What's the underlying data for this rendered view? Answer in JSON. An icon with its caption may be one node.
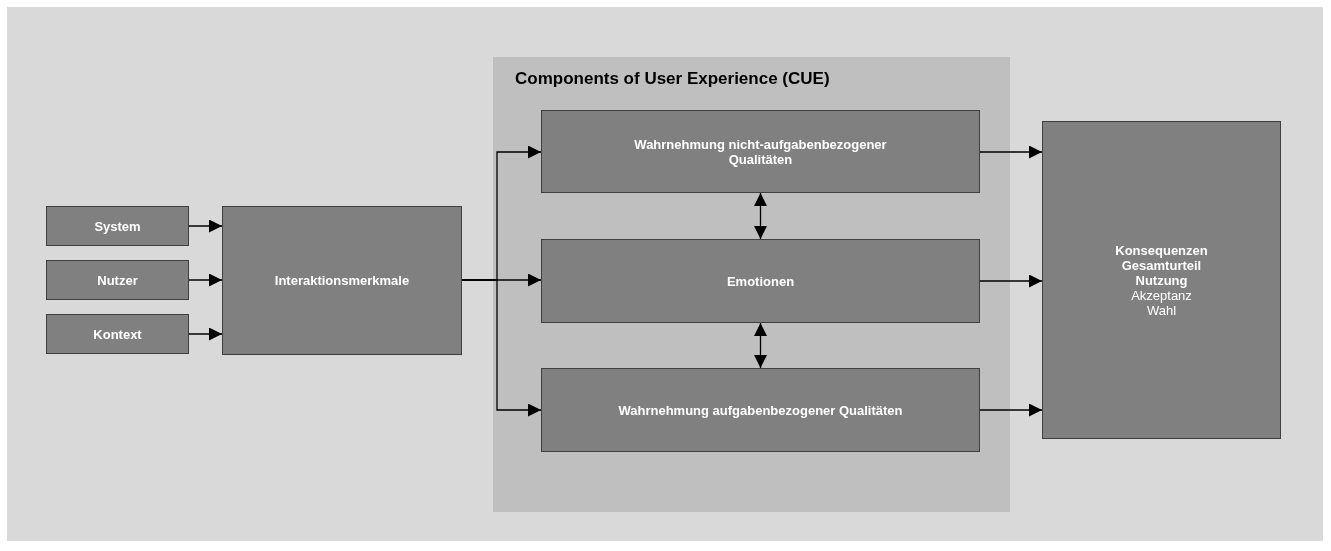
{
  "diagram": {
    "nodes": [
      {
        "text": [
          "Components of User Experience (CUE)"
        ]
      },
      {
        "text": [
          "System"
        ]
      },
      {
        "text": [
          "Nutzer"
        ]
      },
      {
        "text": [
          "Kontext"
        ]
      },
      {
        "text": [
          "Interaktionsmerkmale"
        ]
      },
      {
        "text": [
          "Wahrnehmung nicht-aufgabenbezogener Qualitäten"
        ],
        "in": 0
      },
      {
        "text": [
          "Emotionen"
        ],
        "in": 0
      },
      {
        "text": [
          "Wahrnehmung aufgabenbezogener Qualitäten"
        ],
        "in": 0
      },
      {
        "text": [
          "**Konsequenzen Gesamturteil Nutzung** Akzeptanz Wahl"
        ]
      }
    ],
    "edges": [
      {
        "from": 1,
        "to": 4,
        "arrow": "to"
      },
      {
        "from": 2,
        "to": 4,
        "arrow": "to"
      },
      {
        "from": 3,
        "to": 4,
        "arrow": "to"
      },
      {
        "from": 4,
        "to": 5,
        "arrow": "to"
      },
      {
        "from": 4,
        "to": 6,
        "arrow": "to"
      },
      {
        "from": 4,
        "to": 7,
        "arrow": "to"
      },
      {
        "from": 5,
        "to": 6,
        "arrow": "both"
      },
      {
        "from": 6,
        "to": 7,
        "arrow": "both"
      },
      {
        "from": 5,
        "to": 8,
        "arrow": "to"
      },
      {
        "from": 6,
        "to": 8,
        "arrow": "to"
      },
      {
        "from": 7,
        "to": 8,
        "arrow": "to"
      }
    ]
  }
}
